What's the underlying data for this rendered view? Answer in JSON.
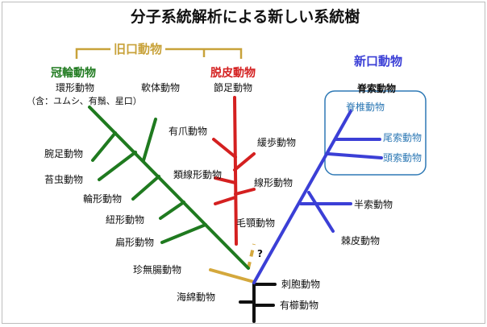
{
  "title": "分子系統解析による新しい系統樹",
  "colors": {
    "protostome_bracket": "#c8a23a",
    "lophotrochozoa": "#1f7a1f",
    "ecdysozoa": "#d42020",
    "deuterostome": "#3b3fd6",
    "chordate": "#2e79b5",
    "base_branch": "#d4a83c",
    "root": "#111111"
  },
  "groups": {
    "protostomia": "旧口動物",
    "lophotrochozoa": "冠輪動物",
    "ecdysozoa": "脱皮動物",
    "deuterostomia": "新口動物",
    "chordata": "脊索動物"
  },
  "taxa": {
    "annelida": "環形動物",
    "annelida_note": "（含：ユムシ、有鬚、星口）",
    "mollusca": "軟体動物",
    "arthropoda": "節足動物",
    "brachiopoda": "腕足動物",
    "bryozoa": "苔虫動物",
    "rotifera": "輪形動物",
    "nemertea": "紐形動物",
    "platyhelminthes": "扁形動物",
    "onychophora": "有爪動物",
    "tardigrada": "緩歩動物",
    "nematomorpha": "類線形動物",
    "nematoda": "線形動物",
    "chaetognatha": "毛顎動物",
    "uncertain": "?",
    "acoelomorpha": "珍無腸動物",
    "porifera": "海綿動物",
    "cnidaria": "刺胞動物",
    "ctenophora": "有櫛動物",
    "vertebrata": "脊椎動物",
    "urochordata": "尾索動物",
    "cephalochordata": "頭索動物",
    "hemichordata": "半索動物",
    "echinodermata": "棘皮動物"
  }
}
